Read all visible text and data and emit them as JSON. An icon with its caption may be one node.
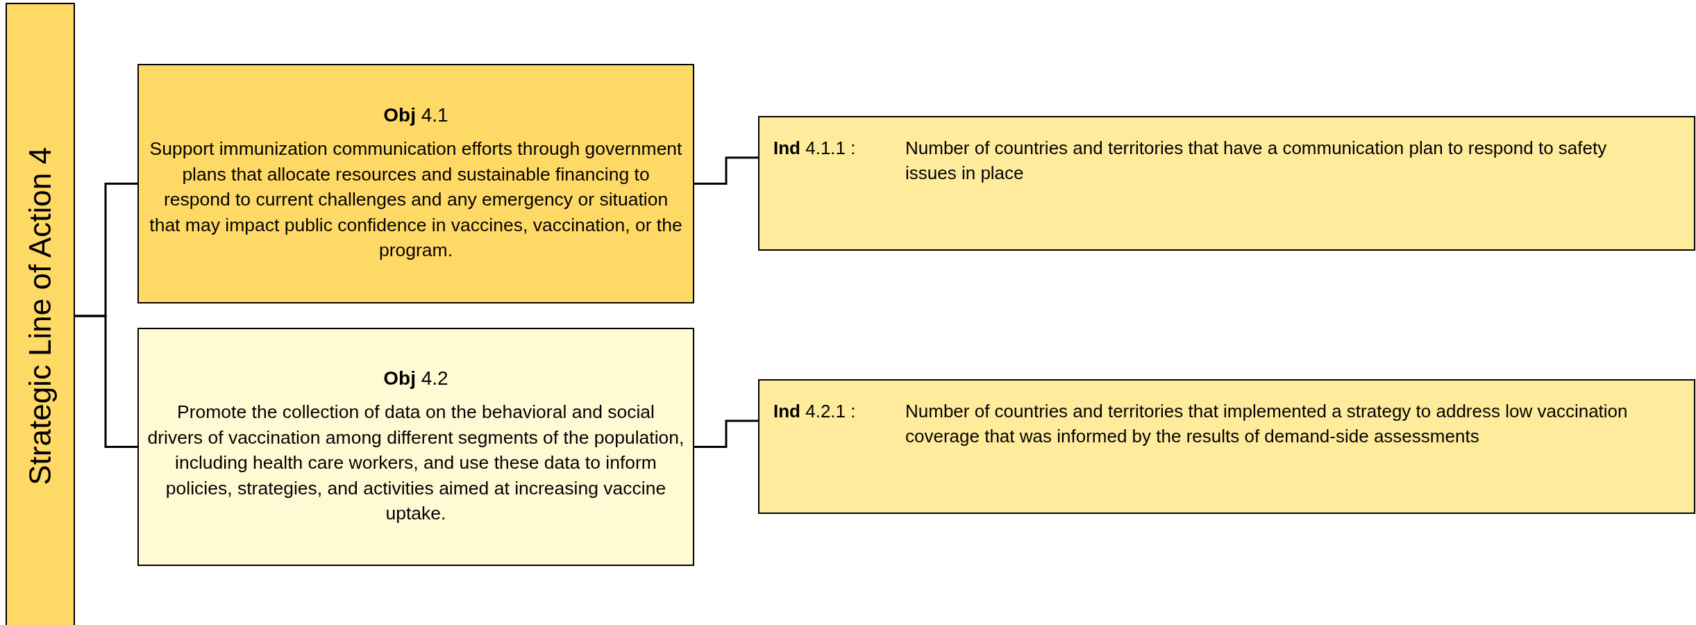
{
  "diagram": {
    "nodes": [
      {
        "text": [
          "Strategic Line of Action 4"
        ]
      },
      {
        "text": [
          "**Obj** 4.1",
          "Support immunization communication efforts through government plans that allocate resources and sustainable financing to respond to current challenges and any emergency or situation that may impact public confidence in vaccines, vaccination, or the program."
        ]
      },
      {
        "text": [
          "**Obj** 4.2",
          "Promote the collection of data on the behavioral and social drivers of vaccination among different segments of the population, including health care workers, and use these data to inform policies, strategies, and activities aimed at increasing vaccine uptake."
        ]
      },
      {
        "text": [
          "**Ind** 4.1.1 :",
          "Number of countries and territories that have a communication plan to respond to safety issues in place"
        ]
      },
      {
        "text": [
          "**Ind** 4.2.1 :",
          "Number of countries and territories that implemented a strategy to address low vaccination coverage that was informed by the results of demand-side assessments"
        ]
      }
    ],
    "edges": [
      {
        "from": 0,
        "to": 1,
        "arrow": "none"
      },
      {
        "from": 0,
        "to": 2,
        "arrow": "none"
      },
      {
        "from": 1,
        "to": 3,
        "arrow": "none"
      },
      {
        "from": 2,
        "to": 4,
        "arrow": "none"
      }
    ]
  }
}
